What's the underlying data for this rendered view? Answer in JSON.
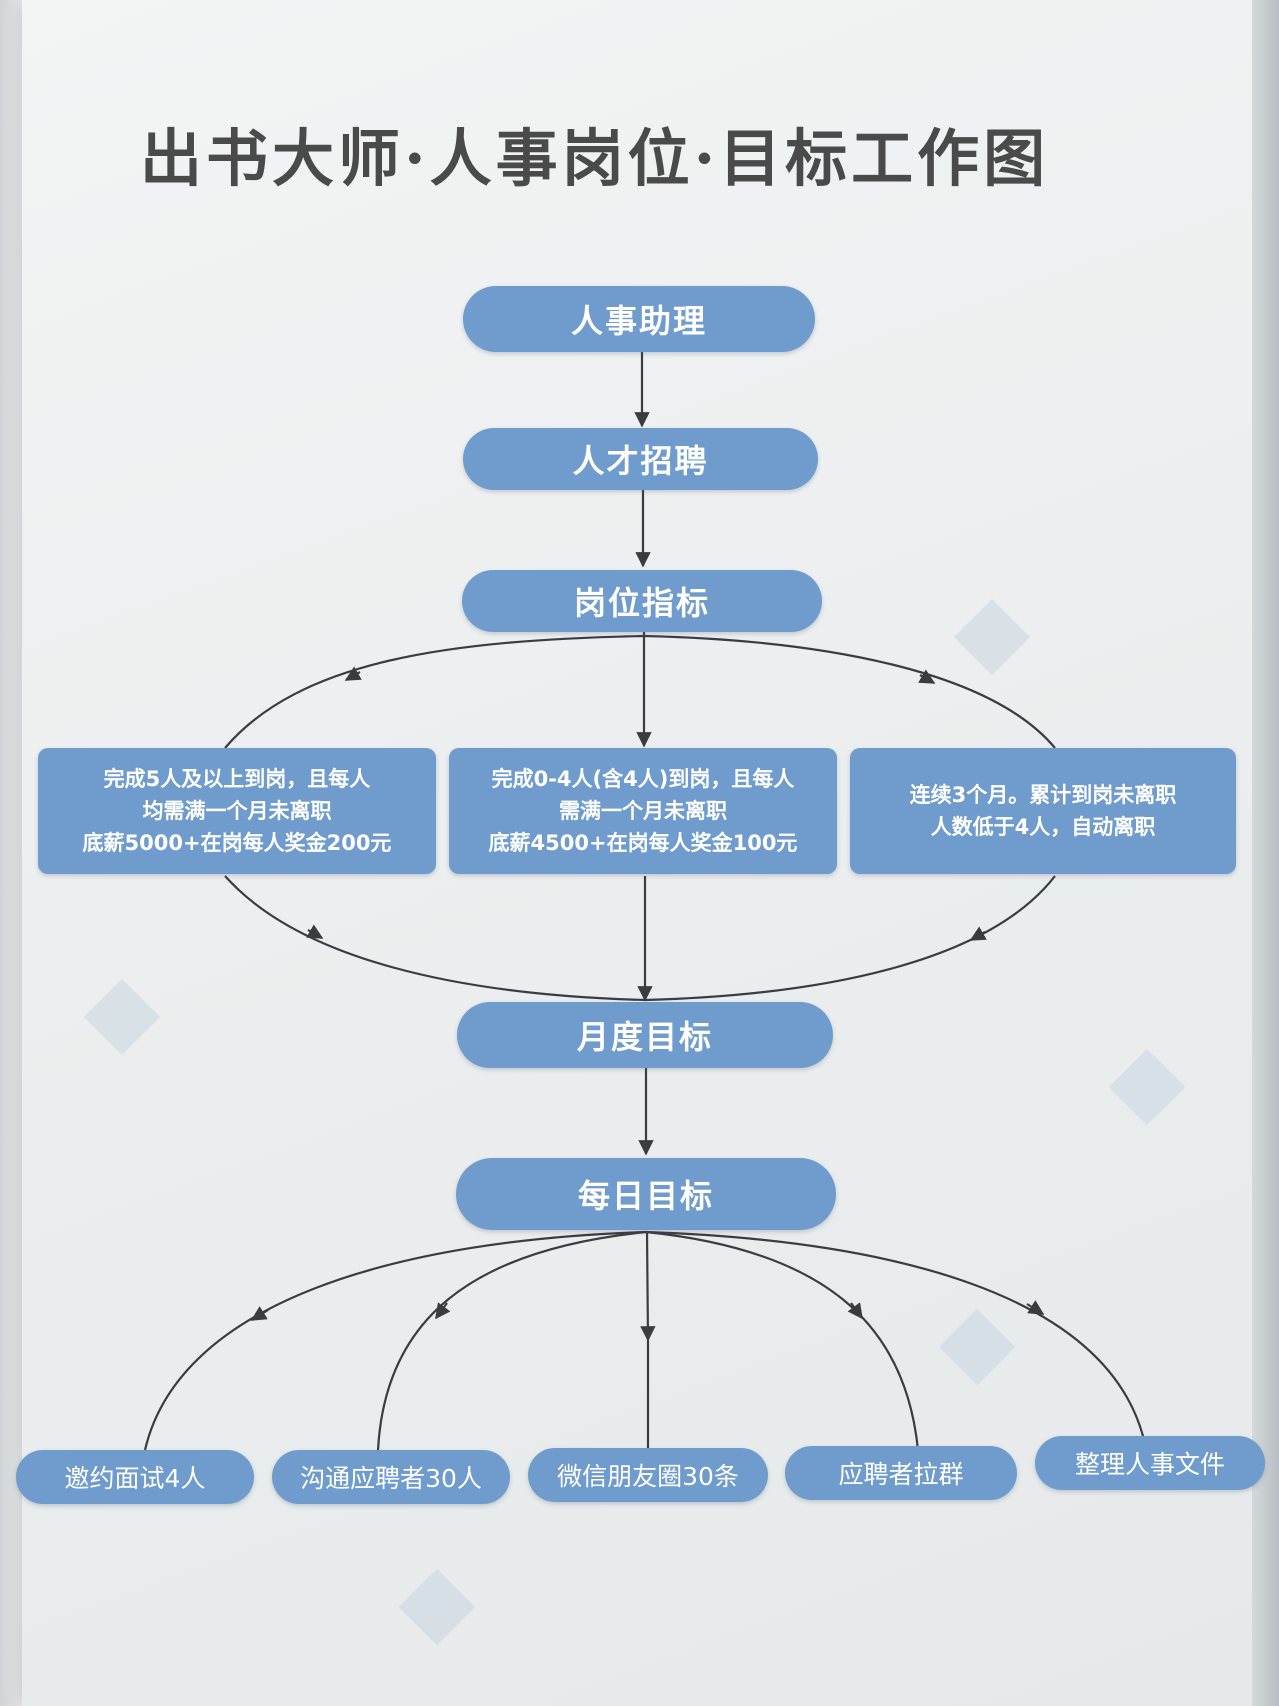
{
  "title": "出书大师·人事岗位·目标工作图",
  "nodes": {
    "hr_assistant": "人事助理",
    "talent_recruitment": "人才招聘",
    "position_indicator": "岗位指标",
    "monthly_goal": "月度目标",
    "daily_goal": "每日目标"
  },
  "conditions": [
    {
      "lines": [
        "完成5人及以上到岗，且每人",
        "均需满一个月未离职",
        "底薪5000+在岗每人奖金200元"
      ]
    },
    {
      "lines": [
        "完成0-4人(含4人)到岗，且每人",
        "需满一个月未离职",
        "底薪4500+在岗每人奖金100元"
      ]
    },
    {
      "lines": [
        "连续3个月。累计到岗未离职",
        "人数低于4人，自动离职"
      ]
    }
  ],
  "daily_tasks": [
    "邀约面试4人",
    "沟通应聘者30人",
    "微信朋友圈30条",
    "应聘者拉群",
    "整理人事文件"
  ],
  "colors": {
    "node_fill": "#6f9ccc",
    "node_text": "#ffffff",
    "connector": "#3a3d40",
    "title_text": "#4a4a4a"
  }
}
